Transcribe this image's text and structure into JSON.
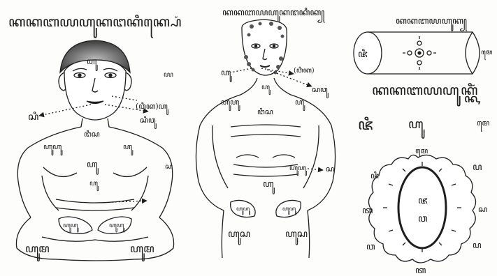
{
  "figures": [
    {
      "id": "seated-figure",
      "title_caption": "ꦏꦏꦧꦪꦲꦸꦏꦔꦏꦶꦏ꧀ꦥꦺꦁ"
    },
    {
      "id": "standing-figure",
      "title_caption": "ꦏꦏꦧꦪꦲꦸꦏꦔꦏꦶꦏ꧀"
    },
    {
      "id": "symbol-diagrams",
      "title_caption": "ꦏꦏꦧꦪꦲꦸꦏ꧀",
      "second_caption": "ꦏꦏꦧꦪꦲꦸꦏ꧀ꦏꦶꦁ"
    }
  ],
  "colors": {
    "ink": "#1e1e1e",
    "paper": "#fdfdfb",
    "hair": "#3a3a3a"
  }
}
